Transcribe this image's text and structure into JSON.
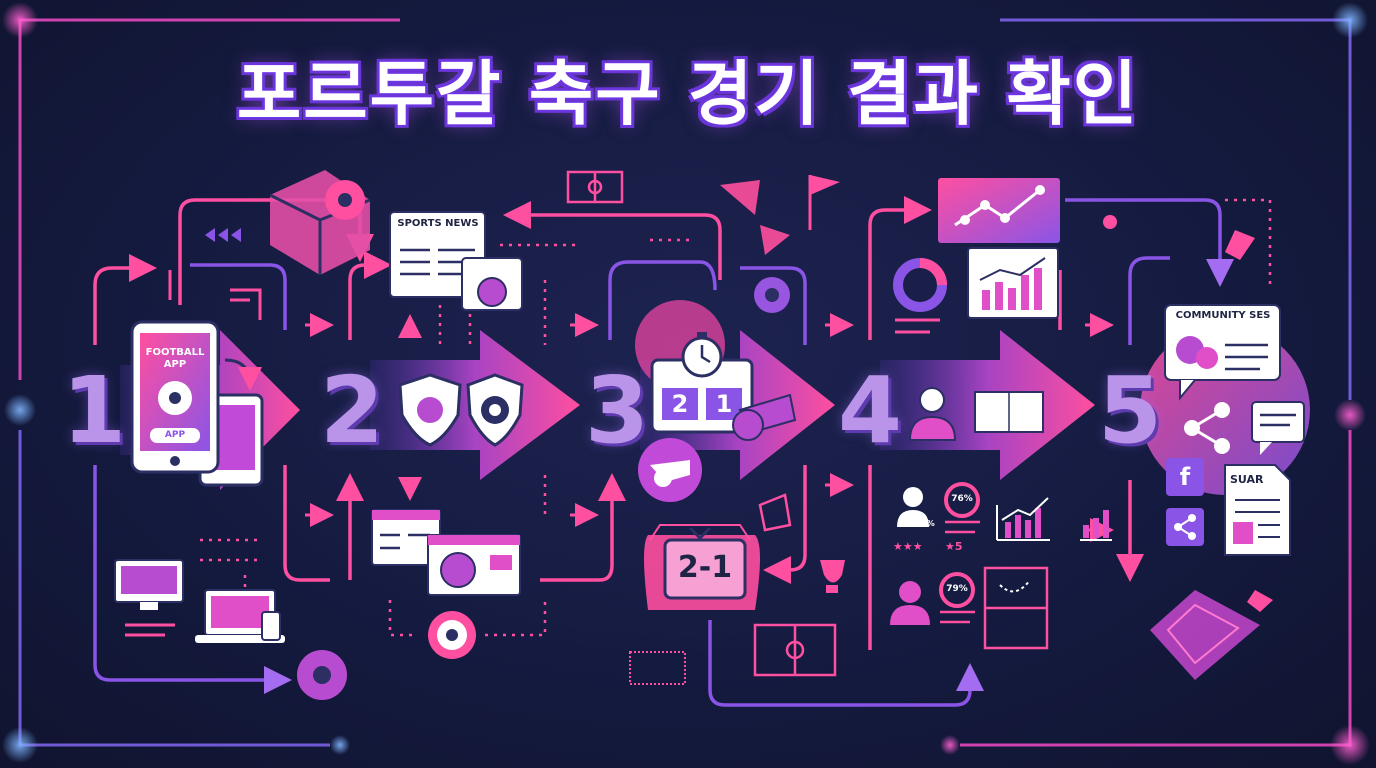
{
  "title": "포르투갈 축구 경기 결과 확인",
  "steps": [
    {
      "number": "1",
      "app_label": "FOOTBALL APP",
      "app_button": "APP"
    },
    {
      "number": "2",
      "news_label": "SPORTS NEWS"
    },
    {
      "number": "3",
      "score_left": "2",
      "score_right": "1",
      "tv_score": "2-1"
    },
    {
      "number": "4",
      "stat_a": "76%",
      "stat_b": "9%",
      "stat_c": "79%",
      "rating": "★★★",
      "rating_b": "★5"
    },
    {
      "number": "5",
      "community_label": "COMMUNITY SES",
      "social_icon": "f",
      "doc_label": "SUAR"
    }
  ],
  "colors": {
    "background": "#141a3e",
    "pink": "#ff3fa0",
    "purple": "#8a55e6",
    "accent": "#e04fc8"
  }
}
